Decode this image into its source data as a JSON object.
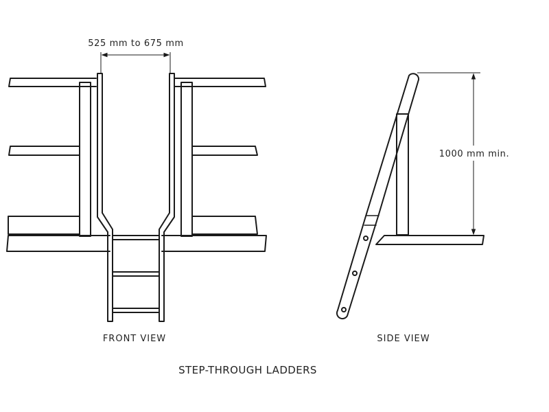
{
  "labels": {
    "width_dimension": "525 mm to 675 mm",
    "height_dimension": "1000 mm min.",
    "front_view": "FRONT VIEW",
    "side_view": "SIDE VIEW",
    "title": "STEP-THROUGH LADDERS"
  },
  "colors": {
    "stroke": "#1a1a1a",
    "text": "#222222",
    "background": "#ffffff"
  }
}
